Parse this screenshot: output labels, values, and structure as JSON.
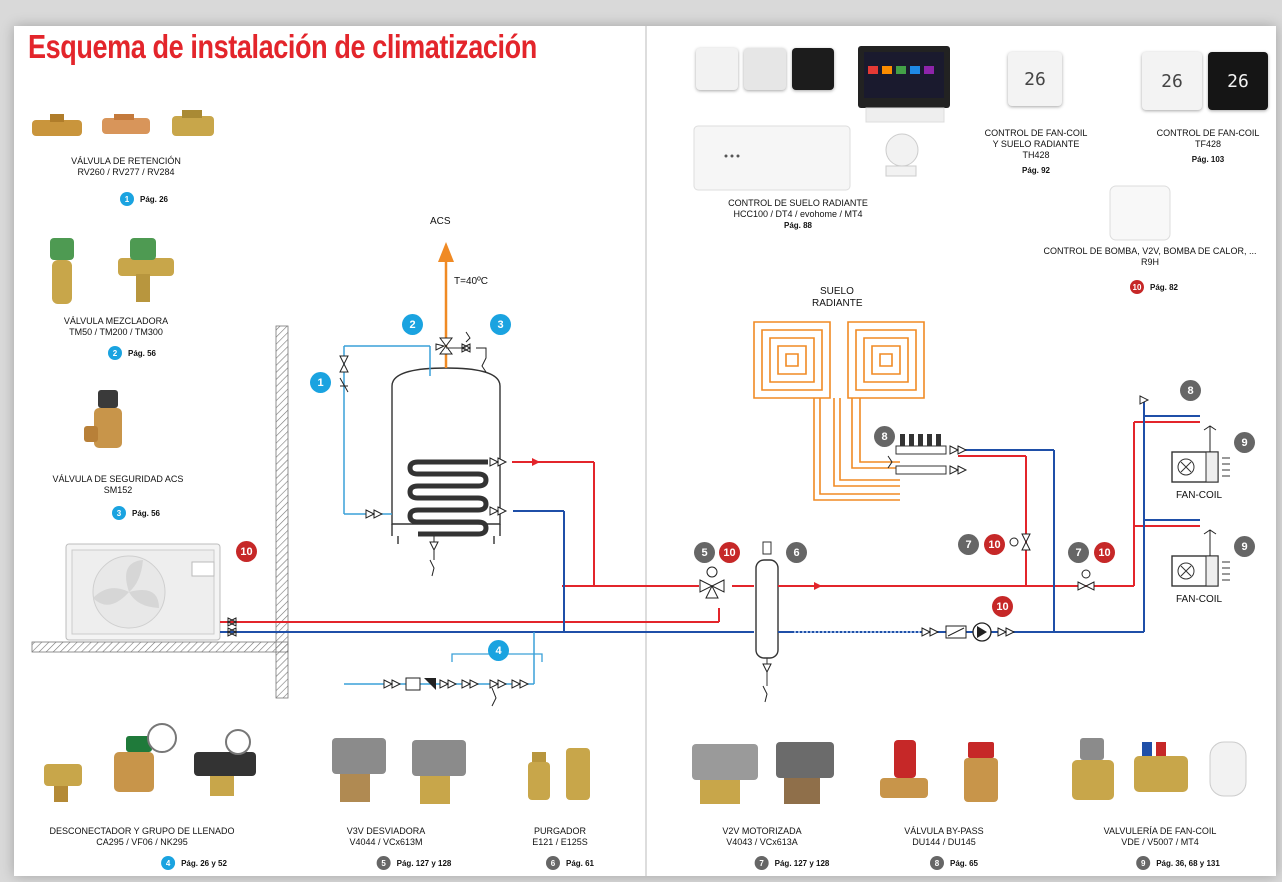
{
  "title": "Esquema de instalación de climatización",
  "labels": {
    "acs": "ACS",
    "temp": "T=40ºC",
    "suelo_radiante": [
      "SUELO",
      "RADIANTE"
    ],
    "fan_coil_1": "FAN-COIL",
    "fan_coil_2": "FAN-COIL"
  },
  "thermostat_display": "26",
  "products": {
    "retencion": {
      "name": "VÁLVULA DE RETENCIÓN",
      "models": "RV260 / RV277 / RV284",
      "badge": "1",
      "page": "Pág. 26"
    },
    "mezcladora": {
      "name": "VÁLVULA MEZCLADORA",
      "models": "TM50 / TM200 / TM300",
      "badge": "2",
      "page": "Pág. 56"
    },
    "seguridad": {
      "name": "VÁLVULA DE SEGURIDAD ACS",
      "models": "SM152",
      "badge": "3",
      "page": "Pág. 56"
    },
    "suelo": {
      "name": "CONTROL DE SUELO RADIANTE",
      "models": "HCC100 / DT4 / evohome / MT4",
      "page": "Pág. 88"
    },
    "fancoil_th": {
      "name": "CONTROL DE FAN-COIL",
      "name2": "Y SUELO RADIANTE",
      "models": "TH428",
      "page": "Pág. 92"
    },
    "fancoil_tf": {
      "name": "CONTROL DE FAN-COIL",
      "models": "TF428",
      "page": "Pág. 103"
    },
    "bomba": {
      "name": "CONTROL DE BOMBA, V2V, BOMBA DE CALOR, ...",
      "models": "R9H",
      "badge": "10",
      "page": "Pág. 82"
    },
    "desconectador": {
      "name": "DESCONECTADOR Y GRUPO DE LLENADO",
      "models": "CA295 / VF06 / NK295",
      "badge": "4",
      "page": "Pág. 26 y 52"
    },
    "v3v": {
      "name": "V3V DESVIADORA",
      "models": "V4044 / VCx613M",
      "badge": "5",
      "page": "Pág. 127 y 128"
    },
    "purgador": {
      "name": "PURGADOR",
      "models": "E121 / E125S",
      "badge": "6",
      "page": "Pág. 61"
    },
    "v2v": {
      "name": "V2V MOTORIZADA",
      "models": "V4043 / VCx613A",
      "badge": "7",
      "page": "Pág. 127 y 128"
    },
    "bypass": {
      "name": "VÁLVULA BY-PASS",
      "models": "DU144 / DU145",
      "badge": "8",
      "page": "Pág. 65"
    },
    "valvuleria": {
      "name": "VALVULERÍA DE FAN-COIL",
      "models": "VDE / V5007 / MT4",
      "badge": "9",
      "page": "Pág. 36, 68 y 131"
    }
  },
  "diagram_badges": {
    "b1": "1",
    "b2": "2",
    "b3": "3",
    "b4": "4",
    "b5": "5",
    "b6": "6",
    "b7a": "7",
    "b7b": "7",
    "b8a": "8",
    "b8b": "8",
    "b9a": "9",
    "b9b": "9",
    "b10a": "10",
    "b10b": "10",
    "b10c": "10",
    "b10d": "10",
    "b10e": "10"
  },
  "colors": {
    "hot": "#e3252b",
    "cold": "#1f4fa8",
    "feed": "#3aa0d8",
    "acs": "#f08a24",
    "title": "#e3252b"
  }
}
